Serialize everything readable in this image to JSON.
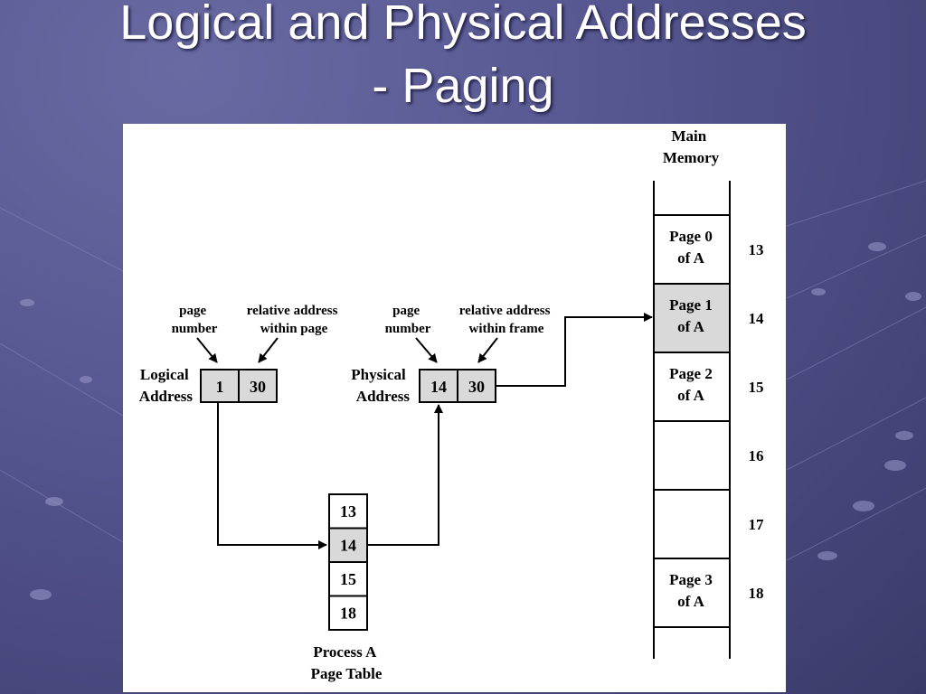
{
  "slide": {
    "title_line1": "Logical and Physical Addresses",
    "title_line2": "- Paging"
  },
  "diagram": {
    "main_memory_label": [
      "Main",
      "Memory"
    ],
    "logical": {
      "label": [
        "Logical",
        "Address"
      ],
      "page_number_caption": [
        "page",
        "number"
      ],
      "offset_caption": [
        "relative address",
        "within page"
      ],
      "page": "1",
      "offset": "30"
    },
    "physical": {
      "label": [
        "Physical",
        "Address"
      ],
      "page_number_caption": [
        "page",
        "number"
      ],
      "offset_caption": [
        "relative address",
        "within frame"
      ],
      "frame": "14",
      "offset": "30"
    },
    "page_table": {
      "label": [
        "Process A",
        "Page Table"
      ],
      "entries": [
        "13",
        "14",
        "15",
        "18"
      ],
      "highlight_index": 1
    },
    "memory_frames": [
      {
        "number": "13",
        "content": [
          "Page 0",
          "of A"
        ]
      },
      {
        "number": "14",
        "content": [
          "Page 1",
          "of A"
        ],
        "highlight": true
      },
      {
        "number": "15",
        "content": [
          "Page 2",
          "of A"
        ]
      },
      {
        "number": "16",
        "content": []
      },
      {
        "number": "17",
        "content": []
      },
      {
        "number": "18",
        "content": [
          "Page 3",
          "of A"
        ]
      }
    ],
    "colors": {
      "highlight": "#d9d9d9",
      "stroke": "#000000"
    }
  }
}
